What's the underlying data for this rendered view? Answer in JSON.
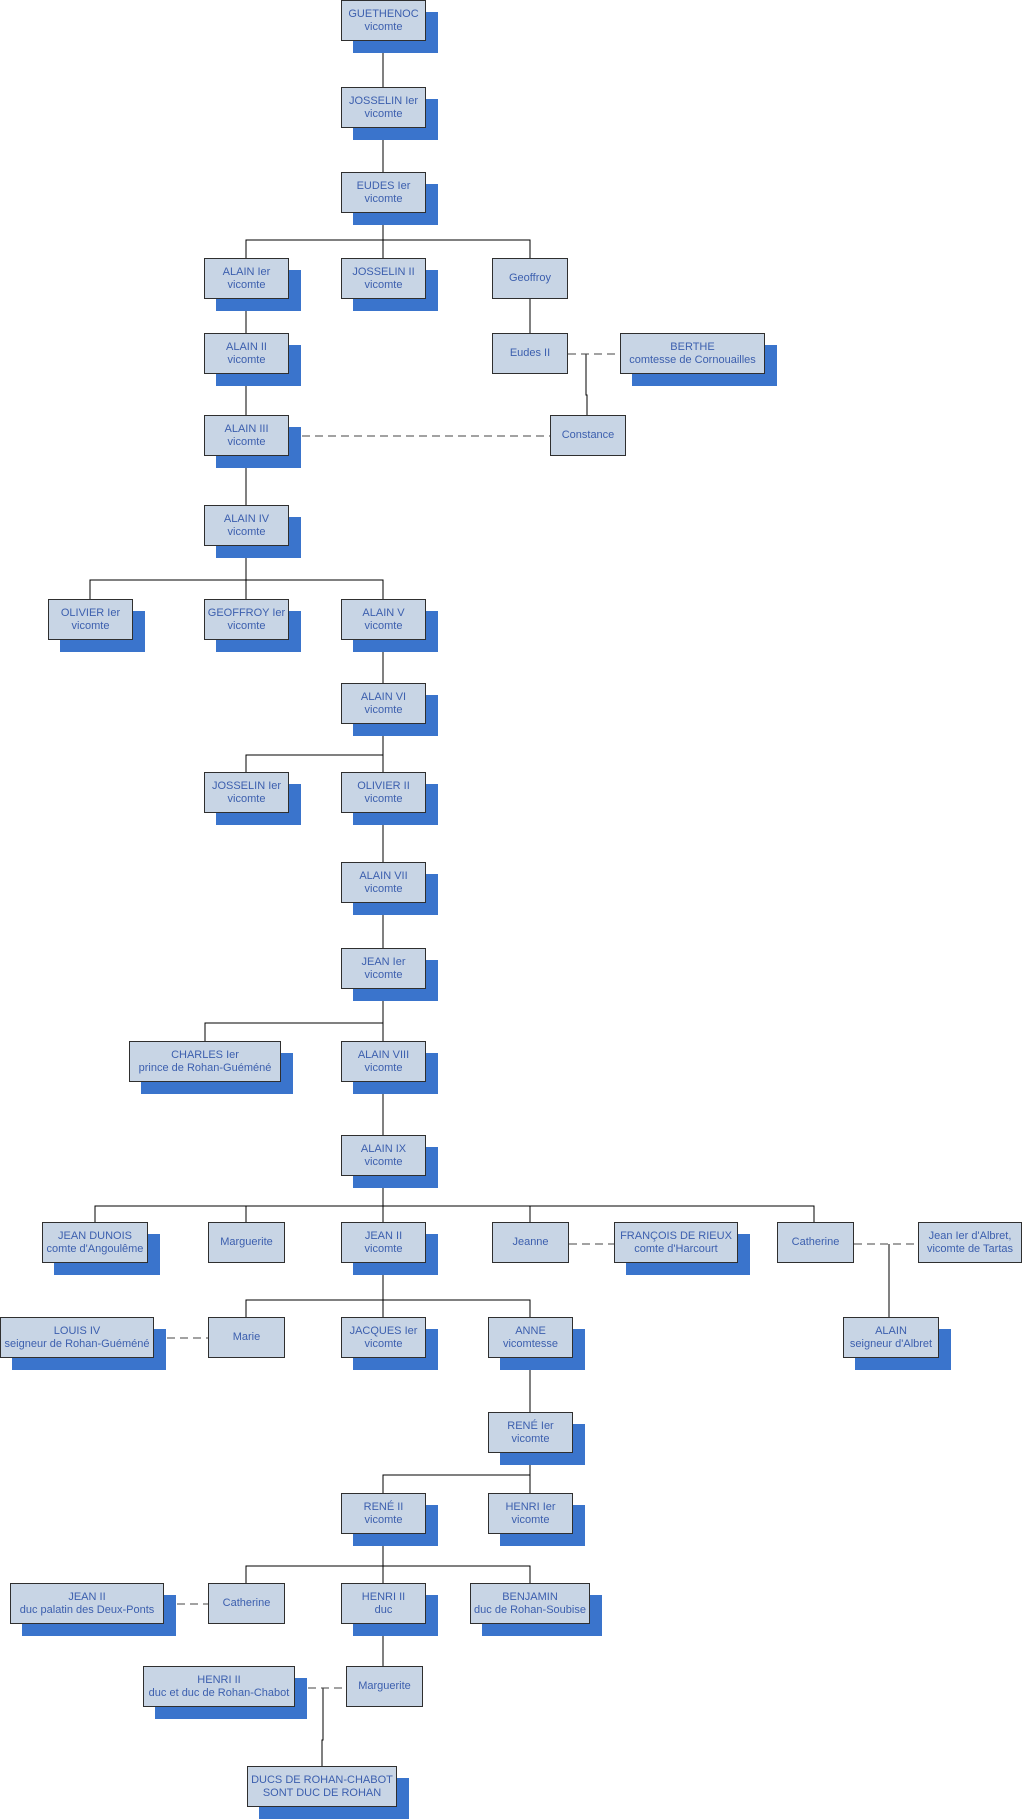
{
  "colors": {
    "box_fill": "#c8d5e5",
    "box_border": "#2f2f2f",
    "shadow": "#3a74cc",
    "text": "#3c5fae",
    "line": "#000000",
    "dash": "#444444"
  },
  "nodes": [
    {
      "id": "guethenoc",
      "line1": "GUETHENOC",
      "line2": "vicomte",
      "shadow": true
    },
    {
      "id": "josselin1",
      "line1": "JOSSELIN Ier",
      "line2": "vicomte",
      "shadow": true
    },
    {
      "id": "eudes1",
      "line1": "EUDES Ier",
      "line2": "vicomte",
      "shadow": true
    },
    {
      "id": "alain1",
      "line1": "ALAIN Ier",
      "line2": "vicomte",
      "shadow": true
    },
    {
      "id": "josselin2",
      "line1": "JOSSELIN II",
      "line2": "vicomte",
      "shadow": true
    },
    {
      "id": "geoffroy",
      "line1": "Geoffroy",
      "line2": "",
      "shadow": false
    },
    {
      "id": "alain2",
      "line1": "ALAIN II",
      "line2": "vicomte",
      "shadow": true
    },
    {
      "id": "eudes2",
      "line1": "Eudes II",
      "line2": "",
      "shadow": false
    },
    {
      "id": "berthe",
      "line1": "BERTHE",
      "line2": "comtesse de Cornouailles",
      "shadow": true
    },
    {
      "id": "alain3",
      "line1": "ALAIN III",
      "line2": "vicomte",
      "shadow": true
    },
    {
      "id": "constance",
      "line1": "Constance",
      "line2": "",
      "shadow": false
    },
    {
      "id": "alain4",
      "line1": "ALAIN IV",
      "line2": "vicomte",
      "shadow": true
    },
    {
      "id": "olivier1",
      "line1": "OLIVIER Ier",
      "line2": "vicomte",
      "shadow": true
    },
    {
      "id": "geoffroy1",
      "line1": "GEOFFROY Ier",
      "line2": "vicomte",
      "shadow": true
    },
    {
      "id": "alain5",
      "line1": "ALAIN V",
      "line2": "vicomte",
      "shadow": true
    },
    {
      "id": "alain6",
      "line1": "ALAIN VI",
      "line2": "vicomte",
      "shadow": true
    },
    {
      "id": "josselin1b",
      "line1": "JOSSELIN Ier",
      "line2": "vicomte",
      "shadow": true
    },
    {
      "id": "olivier2",
      "line1": "OLIVIER II",
      "line2": "vicomte",
      "shadow": true
    },
    {
      "id": "alain7",
      "line1": "ALAIN VII",
      "line2": "vicomte",
      "shadow": true
    },
    {
      "id": "jean1",
      "line1": "JEAN Ier",
      "line2": "vicomte",
      "shadow": true
    },
    {
      "id": "charles1",
      "line1": "CHARLES Ier",
      "line2": "prince de Rohan-Guéméné",
      "shadow": true
    },
    {
      "id": "alain8",
      "line1": "ALAIN VIII",
      "line2": "vicomte",
      "shadow": true
    },
    {
      "id": "alain9",
      "line1": "ALAIN IX",
      "line2": "vicomte",
      "shadow": true
    },
    {
      "id": "jeandunois",
      "line1": "JEAN DUNOIS",
      "line2": "comte d'Angoulême",
      "shadow": true
    },
    {
      "id": "marguerite1",
      "line1": "Marguerite",
      "line2": "",
      "shadow": false
    },
    {
      "id": "jean2",
      "line1": "JEAN II",
      "line2": "vicomte",
      "shadow": true
    },
    {
      "id": "jeanne",
      "line1": "Jeanne",
      "line2": "",
      "shadow": false
    },
    {
      "id": "francois",
      "line1": "FRANÇOIS DE RIEUX",
      "line2": "comte d'Harcourt",
      "shadow": true
    },
    {
      "id": "catherine1",
      "line1": "Catherine",
      "line2": "",
      "shadow": false
    },
    {
      "id": "albret",
      "line1": "Jean Ier d'Albret,",
      "line2": "vicomte de Tartas",
      "shadow": false
    },
    {
      "id": "louis4",
      "line1": "LOUIS IV",
      "line2": "seigneur de Rohan-Guéméné",
      "shadow": true
    },
    {
      "id": "marie",
      "line1": "Marie",
      "line2": "",
      "shadow": false
    },
    {
      "id": "jacques1",
      "line1": "JACQUES Ier",
      "line2": "vicomte",
      "shadow": true
    },
    {
      "id": "anne",
      "line1": "ANNE",
      "line2": "vicomtesse",
      "shadow": true
    },
    {
      "id": "alainalbret",
      "line1": "ALAIN",
      "line2": "seigneur d'Albret",
      "shadow": true
    },
    {
      "id": "rene1",
      "line1": "RENÉ Ier",
      "line2": "vicomte",
      "shadow": true
    },
    {
      "id": "rene2",
      "line1": "RENÉ II",
      "line2": "vicomte",
      "shadow": true
    },
    {
      "id": "henri1",
      "line1": "HENRI Ier",
      "line2": "vicomte",
      "shadow": true
    },
    {
      "id": "jean2pal",
      "line1": "JEAN II",
      "line2": "duc palatin des Deux-Ponts",
      "shadow": true
    },
    {
      "id": "catherine2",
      "line1": "Catherine",
      "line2": "",
      "shadow": false
    },
    {
      "id": "henri2",
      "line1": "HENRI II",
      "line2": "duc",
      "shadow": true
    },
    {
      "id": "benjamin",
      "line1": "BENJAMIN",
      "line2": "duc de Rohan-Soubise",
      "shadow": true
    },
    {
      "id": "henri2chabot",
      "line1": "HENRI II",
      "line2": "duc et duc de Rohan-Chabot",
      "shadow": true
    },
    {
      "id": "marguerite2",
      "line1": "Marguerite",
      "line2": "",
      "shadow": false
    },
    {
      "id": "ducs",
      "line1": "DUCS DE ROHAN-CHABOT",
      "line2": "SONT DUC DE ROHAN",
      "shadow": true
    }
  ]
}
